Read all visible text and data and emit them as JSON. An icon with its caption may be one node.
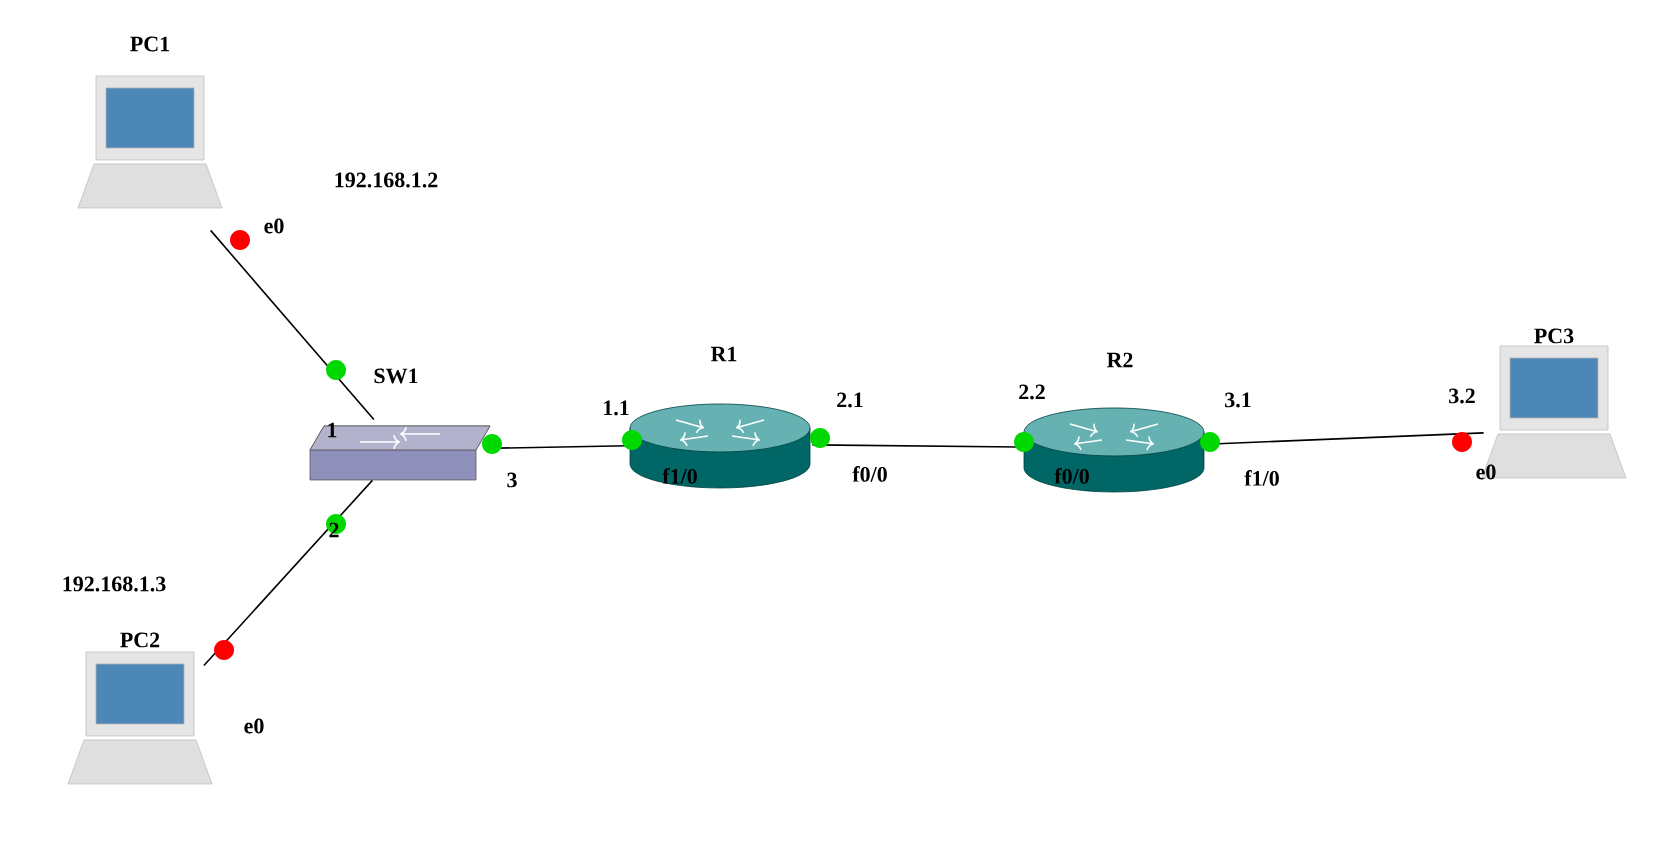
{
  "diagram": {
    "nodes": [
      {
        "text": [
          "PC1"
        ]
      },
      {
        "text": [
          "PC2"
        ]
      },
      {
        "text": [
          "PC3"
        ]
      },
      {
        "text": [
          "SW1"
        ]
      },
      {
        "text": [
          "R1"
        ]
      },
      {
        "text": [
          "R2"
        ]
      }
    ],
    "edges": [
      {
        "from": 0,
        "to": 3,
        "arrow": "none"
      },
      {
        "from": 1,
        "to": 3,
        "arrow": "none"
      },
      {
        "from": 3,
        "to": 4,
        "arrow": "none"
      },
      {
        "from": 4,
        "to": 5,
        "arrow": "none"
      },
      {
        "from": 5,
        "to": 2,
        "arrow": "none"
      }
    ],
    "labels": [
      "192.168.1.2",
      "e0",
      "3.2",
      "2.2",
      "2.1",
      "3.1",
      "1.1",
      "1",
      "f1/0",
      "e0",
      "f0/0",
      "f0/0",
      "f1/0",
      "3",
      "2",
      "192.168.1.3",
      "e0"
    ]
  }
}
